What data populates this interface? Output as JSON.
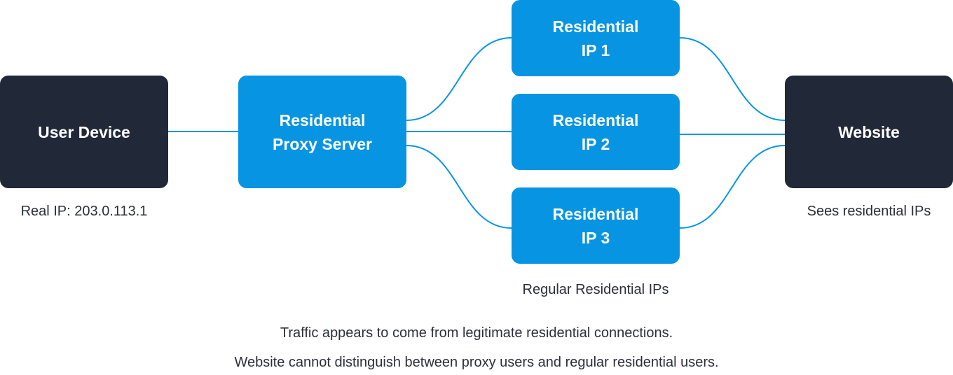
{
  "nodes": {
    "user_device": {
      "label": "User Device",
      "color": "#212838"
    },
    "proxy_server": {
      "line1": "Residential",
      "line2": "Proxy Server",
      "color": "#0794e3"
    },
    "res_ip_1": {
      "line1": "Residential",
      "line2": "IP 1",
      "color": "#0794e3"
    },
    "res_ip_2": {
      "line1": "Residential",
      "line2": "IP 2",
      "color": "#0794e3"
    },
    "res_ip_3": {
      "line1": "Residential",
      "line2": "IP 3",
      "color": "#0794e3"
    },
    "website": {
      "label": "Website",
      "color": "#212838"
    }
  },
  "captions": {
    "user_device": "Real IP: 203.0.113.1",
    "residential_ips": "Regular Residential IPs",
    "website": "Sees residential IPs"
  },
  "footer": {
    "line1": "Traffic appears to come from legitimate residential connections.",
    "line2": "Website cannot distinguish between proxy users and regular residential users."
  },
  "colors": {
    "connector": "#0794e3",
    "dark_node": "#212838",
    "blue_node": "#0794e3",
    "text": "#2b2f38"
  }
}
